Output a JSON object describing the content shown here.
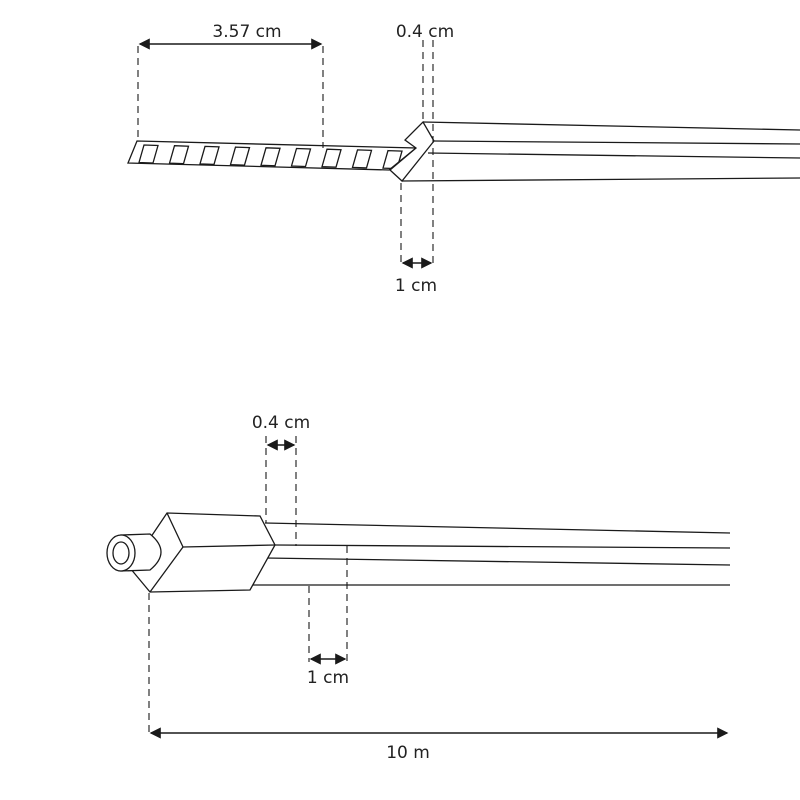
{
  "top_view": {
    "strip_pitch_label": "3.57 cm",
    "connector_thickness_label": "0.4 cm",
    "connector_length_label": "1 cm"
  },
  "bottom_view": {
    "connector_thickness_label": "0.4 cm",
    "connector_length_label": "1 cm",
    "total_length_label": "10 m"
  },
  "colors": {
    "line": "#1a1a1a",
    "background": "#ffffff"
  }
}
